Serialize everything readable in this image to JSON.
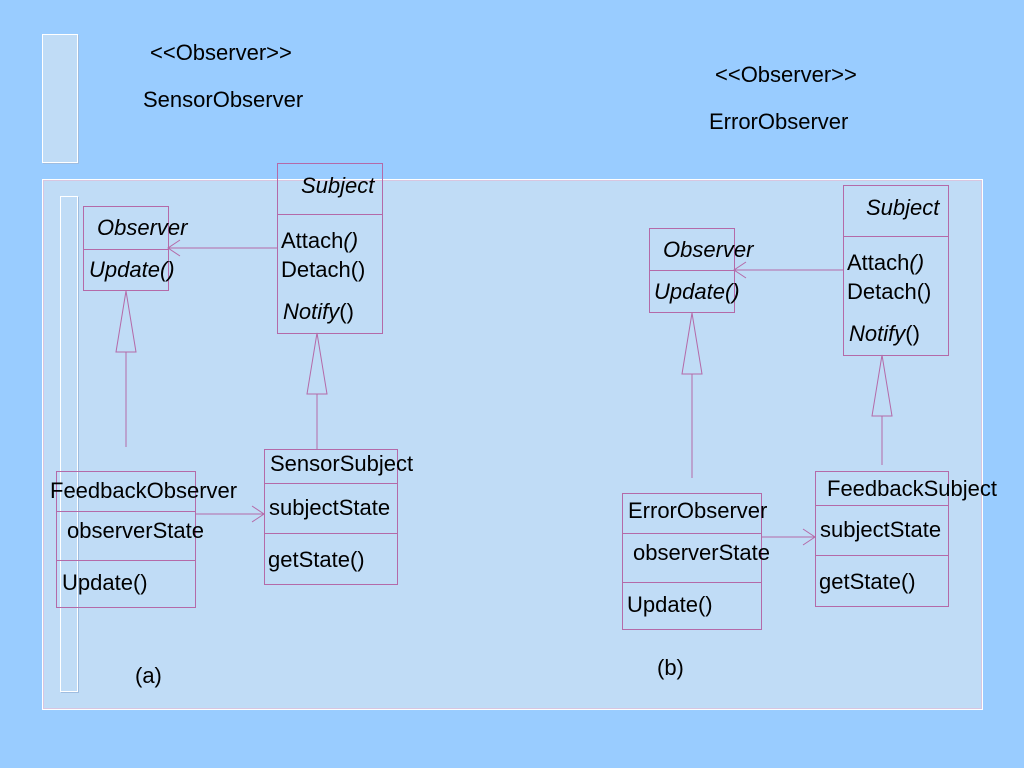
{
  "stereotype_a": "<<Observer>>",
  "title_a": "SensorObserver",
  "stereotype_b": "<<Observer>>",
  "title_b": "ErrorObserver",
  "diagram_a": {
    "observer": {
      "name": "Observer",
      "method": "Update()"
    },
    "subject": {
      "name": "Subject",
      "attach": "Attach",
      "attach_parens": "()",
      "detach": "Detach()",
      "notify": "Notify",
      "notify_parens": "()"
    },
    "concrete_observer": {
      "name": "FeedbackObserver",
      "attribute": "observerState",
      "method": "Update()"
    },
    "concrete_subject": {
      "name": "SensorSubject",
      "attribute": "subjectState",
      "method": "getState()"
    },
    "caption": "(a)"
  },
  "diagram_b": {
    "observer": {
      "name": "Observer",
      "method": "Update()"
    },
    "subject": {
      "name": "Subject",
      "attach": "Attach",
      "attach_parens": "()",
      "detach": "Detach()",
      "notify": "Notify",
      "notify_parens": "()"
    },
    "concrete_observer": {
      "name": "ErrorObserver",
      "attribute": "observerState",
      "method": "Update()"
    },
    "concrete_subject": {
      "name": "FeedbackSubject",
      "attribute": "subjectState",
      "method": "getState()"
    },
    "caption": "(b)"
  },
  "colors": {
    "background": "#99ccff",
    "panel": "#c0dcf6",
    "line": "#b46aa8"
  }
}
